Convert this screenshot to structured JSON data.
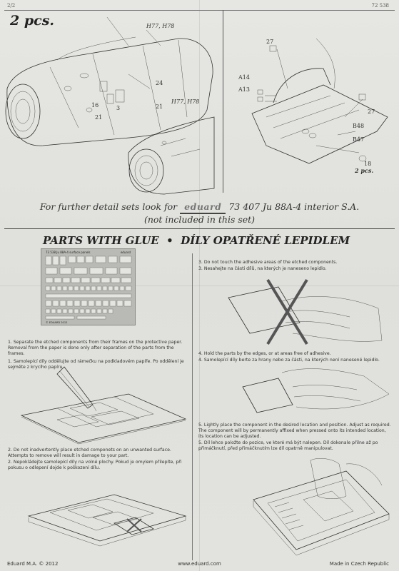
{
  "header": {
    "page": "2/2",
    "set_code": "72 538",
    "pieces": "2 pcs."
  },
  "diagrams": {
    "left_callout_top": "H77, H78",
    "left_callout_bottom": "H77, H78",
    "left_parts": [
      "24",
      "16",
      "3",
      "21",
      "21"
    ],
    "right_parts": [
      "27",
      "A14",
      "A13",
      "27",
      "B48",
      "B47",
      "18"
    ],
    "right_pieces": "2 pcs."
  },
  "note": {
    "prefix": "For further detail sets look for",
    "brand": "eduard",
    "set": "73 407 Ju 88A-4 interior S.A.",
    "suffix": "(not included in this set)"
  },
  "section": {
    "title_en": "PARTS WITH GLUE",
    "separator": "•",
    "title_cz": "DÍLY OPATŘENÉ LEPIDLEM",
    "fret_label": "73 538  Ju 88A-4  surface panels",
    "fret_brand": "eduard",
    "fret_footer": "© EDUARD 2012"
  },
  "steps": {
    "s1_en": "1. Separate the etched components from their frames on the protective paper. Removal from the paper is done only after separation of the parts from the frames.",
    "s1_cz": "1. Samolepící díly oddělujte od rámečku na podkladovém papíře. Po oddělení je sejměte z krycího papíru.",
    "s2_en": "2. Do not inadvertently place etched componets on an unwanted surface. Attempts  to remove will result in damage to your part.",
    "s2_cz": "2. Nepokládejte samolepící díly na volné plochy. Pokud je omylem přilepíte, při pokusu o odlepení dojde k poškození dílu.",
    "s3_en": "3. Do not touch the adhesive areas of the etched components.",
    "s3_cz": "3. Nesahejte na části dílů, na kterých je naneseno lepidlo.",
    "s4_en": "4. Hold the parts by the edges, or at areas free of adhesive.",
    "s4_cz": "4. Samolepící díly berte za hrany nebo za části, na kterých není nanesené lepidlo.",
    "s5_en": "5. Lightly place the component in the desired location and position. Adjust as required. The component will by permanently affixed when pressed onto its intended location, its location can be adjusted.",
    "s5_cz": "5. Díl lehce položte do pozice, ve které má být nalepen. Díl dokonale přilne až po přimáčknutí, před přimáčknutím lze díl opatrně manipulovat."
  },
  "footer": {
    "company": "Eduard M.A. © 2012",
    "website": "www.eduard.com",
    "origin": "Made in Czech Republic"
  }
}
